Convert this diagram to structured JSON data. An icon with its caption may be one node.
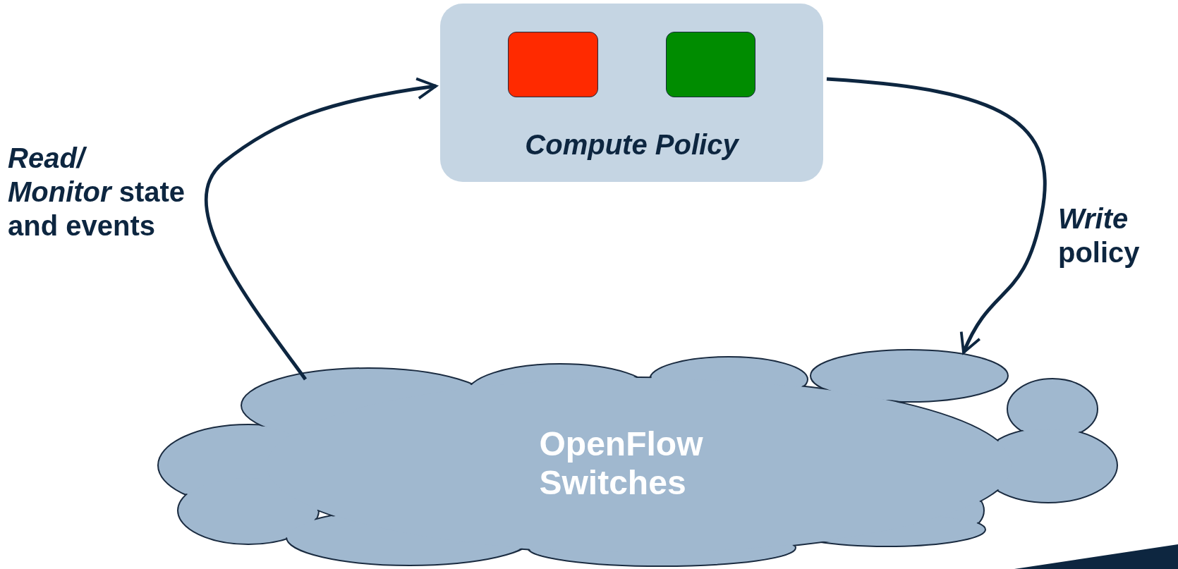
{
  "diagram": {
    "nodes": [
      {
        "text": [
          "Compute Policy"
        ]
      },
      {
        "text": [],
        "shape": "box",
        "in": 0
      },
      {
        "text": [],
        "shape": "box",
        "in": 0
      },
      {
        "text": [
          "OpenFlow Switches"
        ]
      }
    ],
    "edges": [
      {
        "from": 3,
        "to": 0,
        "arrow": "to",
        "label": "*Read/ Monitor* state and events"
      },
      {
        "from": 0,
        "to": 3,
        "arrow": "to",
        "label": "*Write* policy"
      }
    ]
  }
}
